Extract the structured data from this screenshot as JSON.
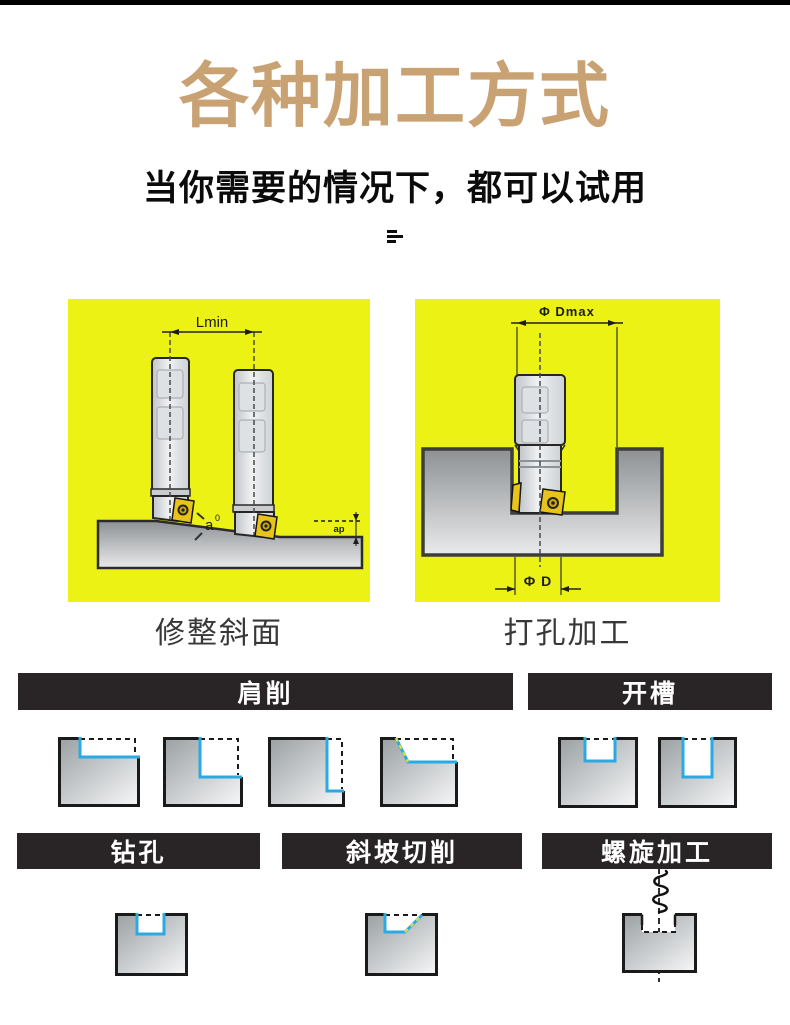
{
  "header": {
    "title": "各种加工方式",
    "subtitle": "当你需要的情况下，都可以试用"
  },
  "panels": {
    "left": {
      "caption": "修整斜面",
      "labels": {
        "lmin": "Lmin",
        "angle": "a",
        "angle_sup": "0",
        "ap": "ap"
      }
    },
    "right": {
      "caption": "打孔加工",
      "labels": {
        "dmax": "Φ Dmax",
        "d": "Φ D"
      }
    }
  },
  "sections": {
    "row1": [
      {
        "label": "肩削"
      },
      {
        "label": "开槽"
      }
    ],
    "row2": [
      {
        "label": "钻孔"
      },
      {
        "label": "斜坡切削"
      },
      {
        "label": "螺旋加工"
      }
    ]
  },
  "colors": {
    "title_tan": "#c9a274",
    "panel_yellow": "#edf215",
    "bar_dark": "#292425",
    "cut_blue": "#2aa9e2",
    "insert_gold": "#e8c31c"
  }
}
